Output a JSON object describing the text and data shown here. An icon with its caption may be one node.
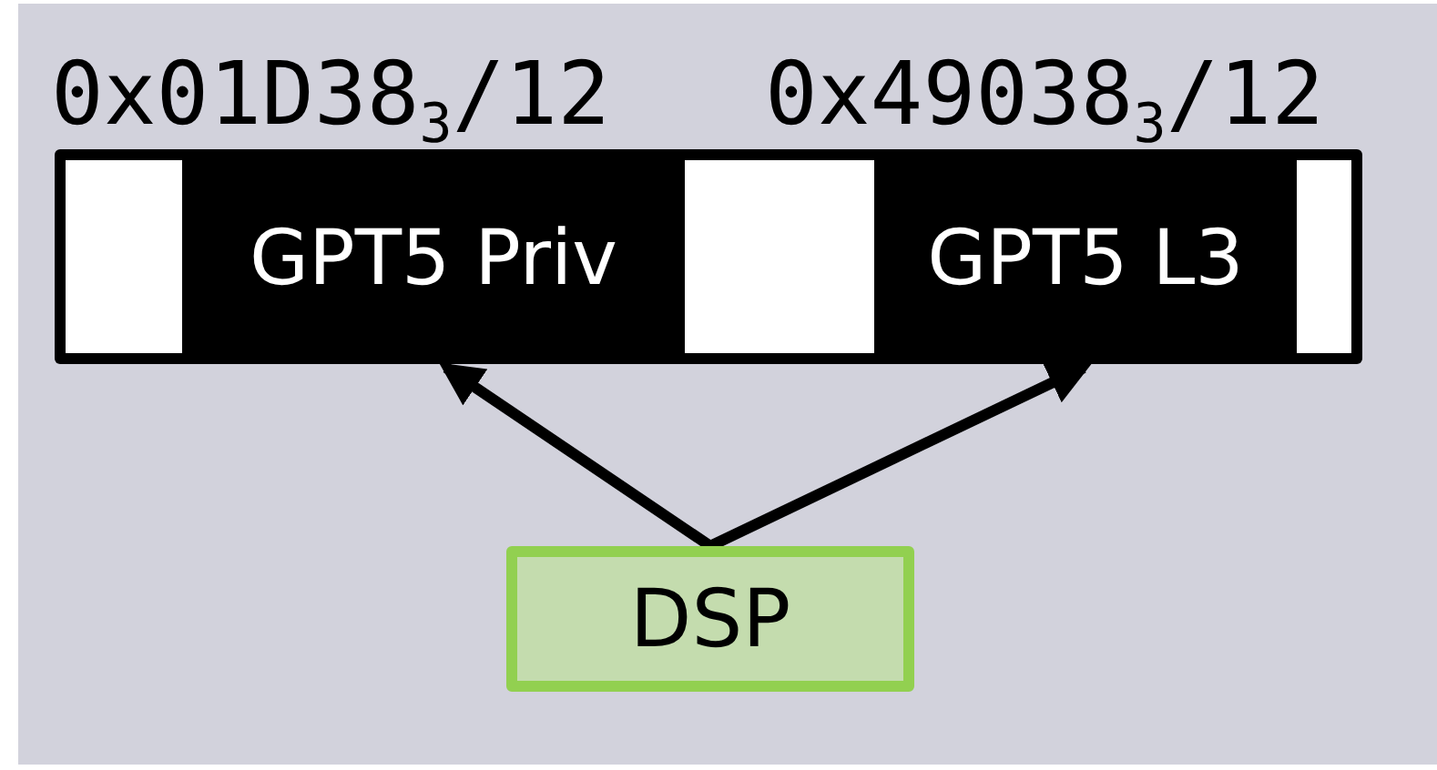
{
  "diagram": {
    "nodes": [
      {
        "text": [],
        "shape": "box"
      },
      {
        "text": [
          "GPT5 Priv"
        ]
      },
      {
        "text": [],
        "shape": "box"
      },
      {
        "text": [
          "GPT5 L3"
        ]
      },
      {
        "text": [],
        "shape": "box"
      },
      {
        "text": [
          "DSP"
        ]
      }
    ],
    "edges": [
      {
        "from": 5,
        "to": 1,
        "arrow": "to"
      },
      {
        "from": 5,
        "to": 3,
        "arrow": "to"
      }
    ],
    "labels": [
      "0x01D38$_{3}$/12",
      "0x49038$_{3}$/12"
    ]
  }
}
